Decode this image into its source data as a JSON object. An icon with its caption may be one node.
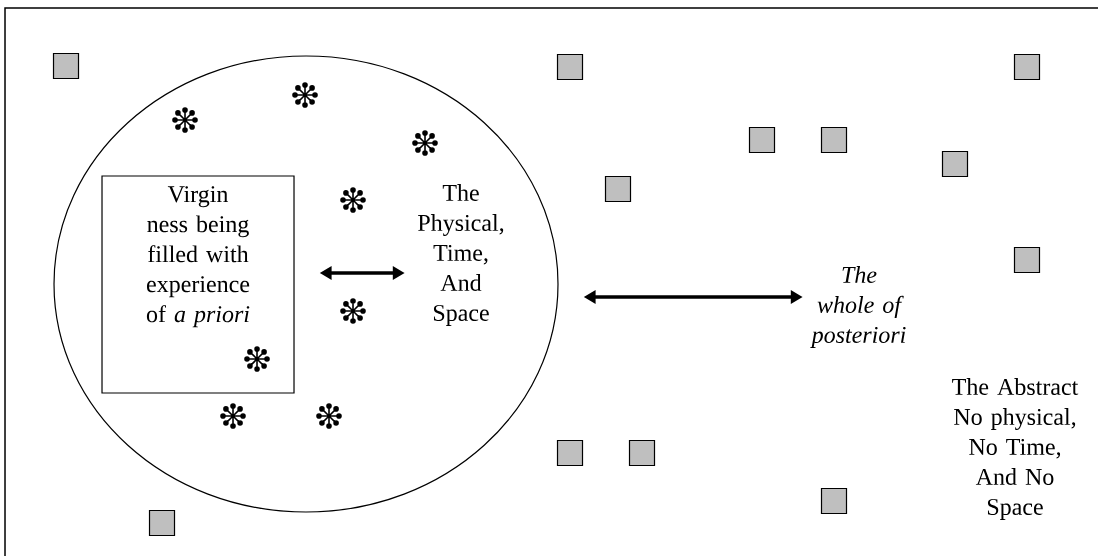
{
  "diagram": {
    "nodes": [
      {
        "text": [],
        "shape": "ellipse"
      },
      {
        "text": [
          "Virgin ness being filled with experience of *a priori*"
        ],
        "in": 0
      },
      {
        "text": [
          "The Physical, Time, And Space"
        ],
        "in": 0
      },
      {
        "text": [
          "The whole of posteriori"
        ]
      }
    ],
    "edges": [
      {
        "from": 1,
        "to": 2,
        "arrow": "both"
      },
      {
        "from": 0,
        "to": 3,
        "arrow": "both"
      }
    ],
    "labels": [
      "The Abstract No physical, No Time, And No Space"
    ]
  }
}
